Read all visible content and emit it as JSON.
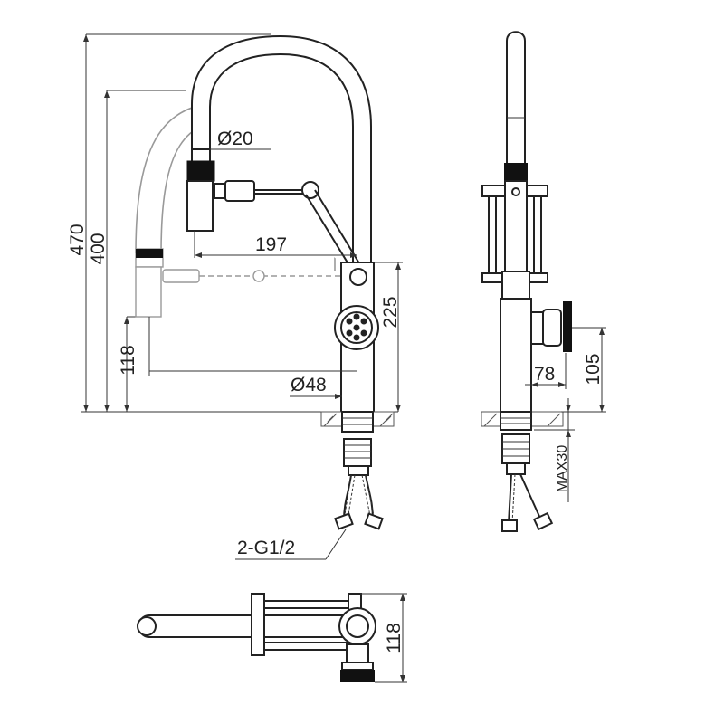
{
  "dimensions": {
    "total_height": "470",
    "spout_height": "400",
    "ghost_outlet_height": "118",
    "spout_diameter": "Ø20",
    "reach": "197",
    "body_height": "225",
    "base_diameter": "Ø48",
    "handle_offset": "78",
    "handle_height": "105",
    "max_counter_thickness": "MAX30",
    "hose_connection": "2-G1/2",
    "plan_depth": "118"
  }
}
